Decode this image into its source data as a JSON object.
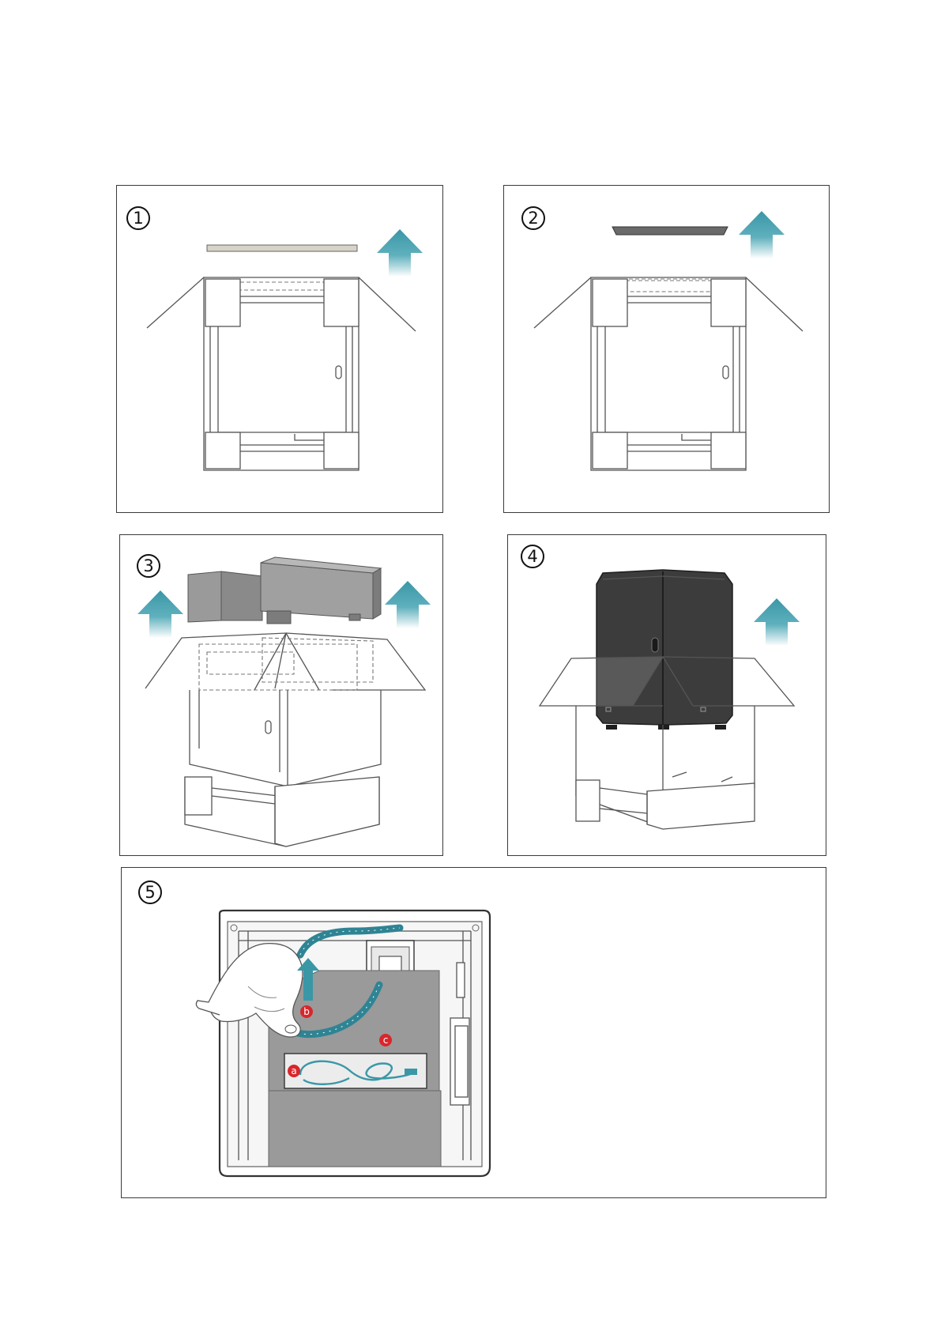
{
  "steps": [
    {
      "number": "1"
    },
    {
      "number": "2"
    },
    {
      "number": "3"
    },
    {
      "number": "4"
    },
    {
      "number": "5"
    }
  ],
  "markers": {
    "a": "a",
    "b": "b",
    "c": "c"
  },
  "colors": {
    "arrow": "#3a97a6",
    "packing_foam": "#9a9a9a",
    "printer_body": "#3c3c3c",
    "marker": "#d8262c",
    "panel_border": "#3a3a3a"
  },
  "icons": [
    "arrow-up-icon",
    "hand-icon",
    "cable-chain-icon",
    "power-cable-icon"
  ]
}
